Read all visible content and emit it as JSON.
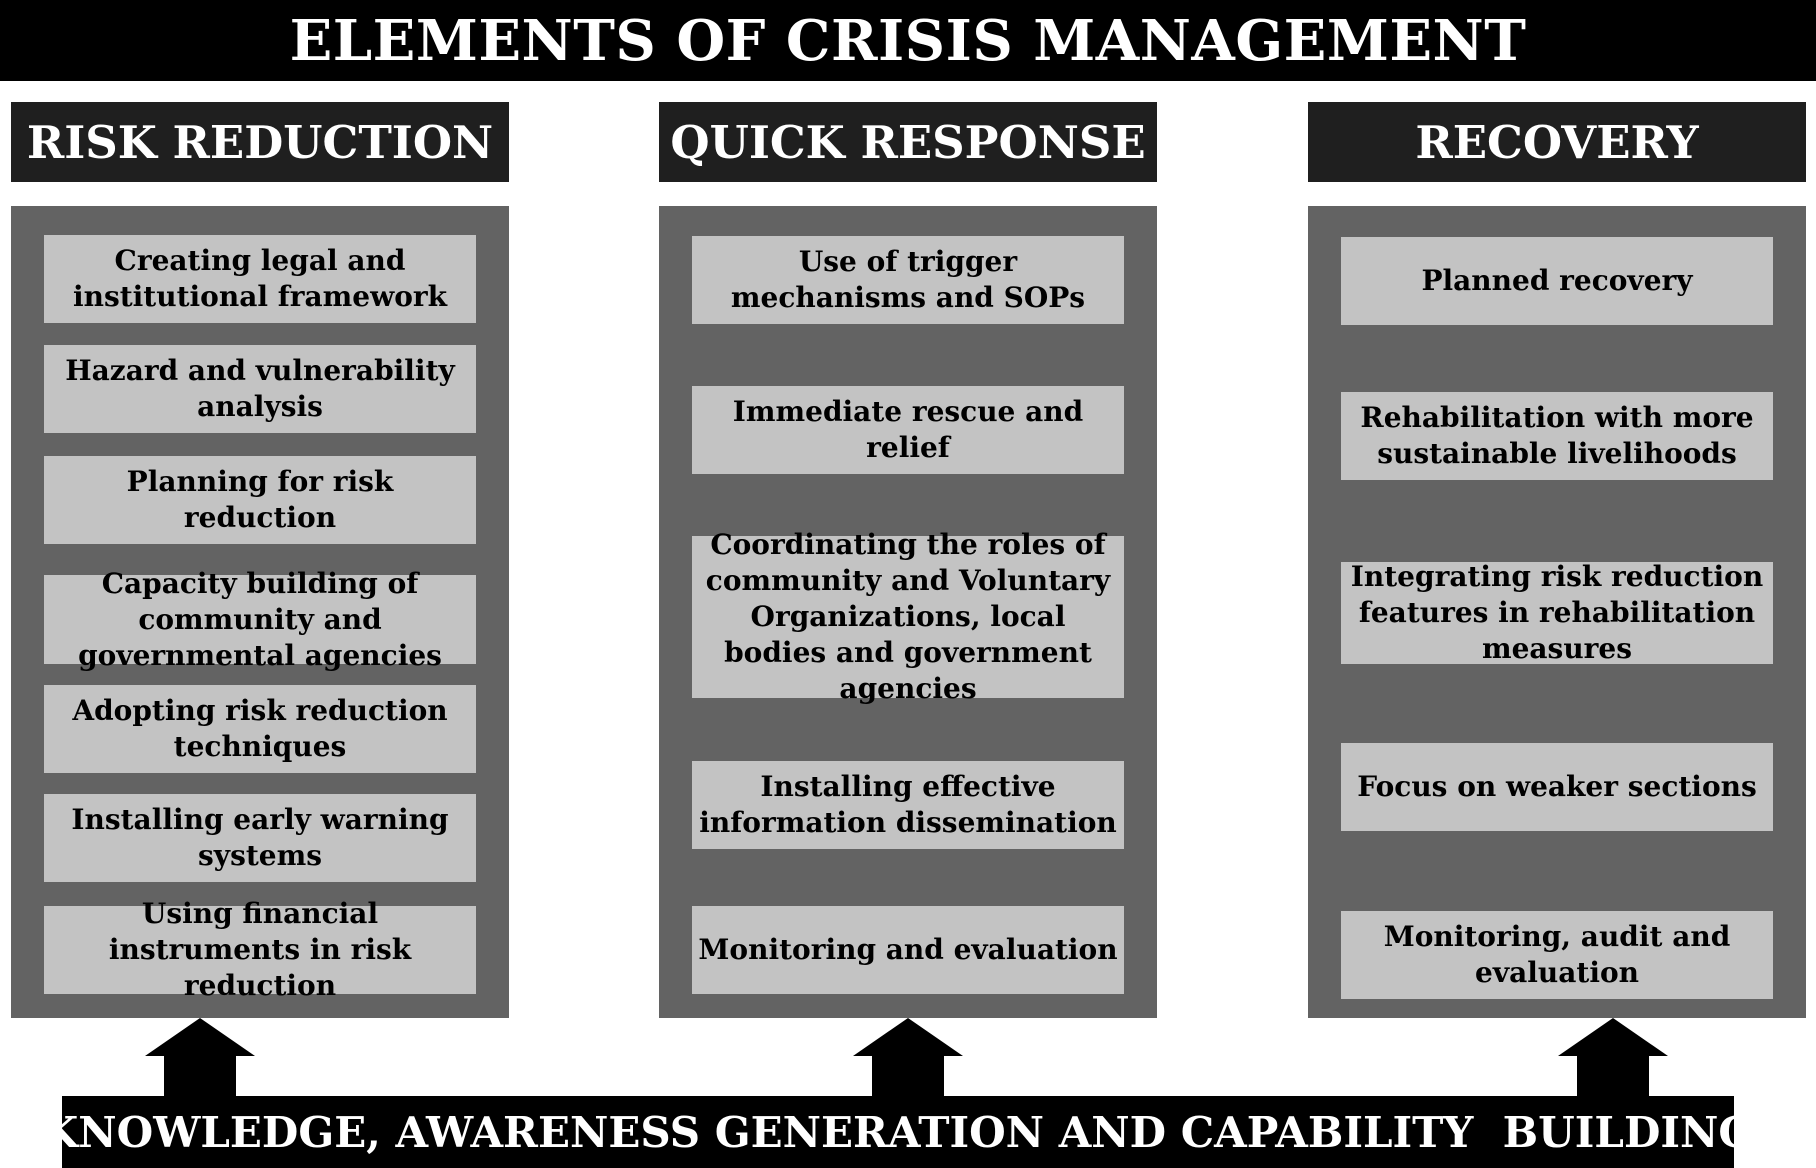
{
  "title": "ELEMENTS OF CRISIS MANAGEMENT",
  "columns": [
    {
      "header": "RISK REDUCTION",
      "items": [
        "Creating legal and institutional framework",
        "Hazard and vulnerability analysis",
        "Planning for risk reduction",
        "Capacity building of community and governmental agencies",
        "Adopting risk reduction techniques",
        "Installing early warning systems",
        "Using financial instruments in risk reduction"
      ]
    },
    {
      "header": "QUICK RESPONSE",
      "items": [
        "Use of trigger mechanisms and SOPs",
        "Immediate rescue and relief",
        "Coordinating the roles of community and Voluntary Organizations, local bodies and government agencies",
        "Installing effective information dissemination",
        "Monitoring and evaluation"
      ]
    },
    {
      "header": "RECOVERY",
      "items": [
        "Planned recovery",
        "Rehabilitation with more sustainable livelihoods",
        "Integrating risk reduction features in rehabilitation measures",
        "Focus on weaker sections",
        "Monitoring, audit and evaluation"
      ]
    }
  ],
  "footer": "KNOWLEDGE, AWARENESS GENERATION AND CAPABILITY  BUILDING",
  "colors": {
    "banner": "#000000",
    "column_header": "#1f1f1f",
    "panel": "#636363",
    "item_box": "#c3c3c3",
    "arrow": "#000000"
  }
}
